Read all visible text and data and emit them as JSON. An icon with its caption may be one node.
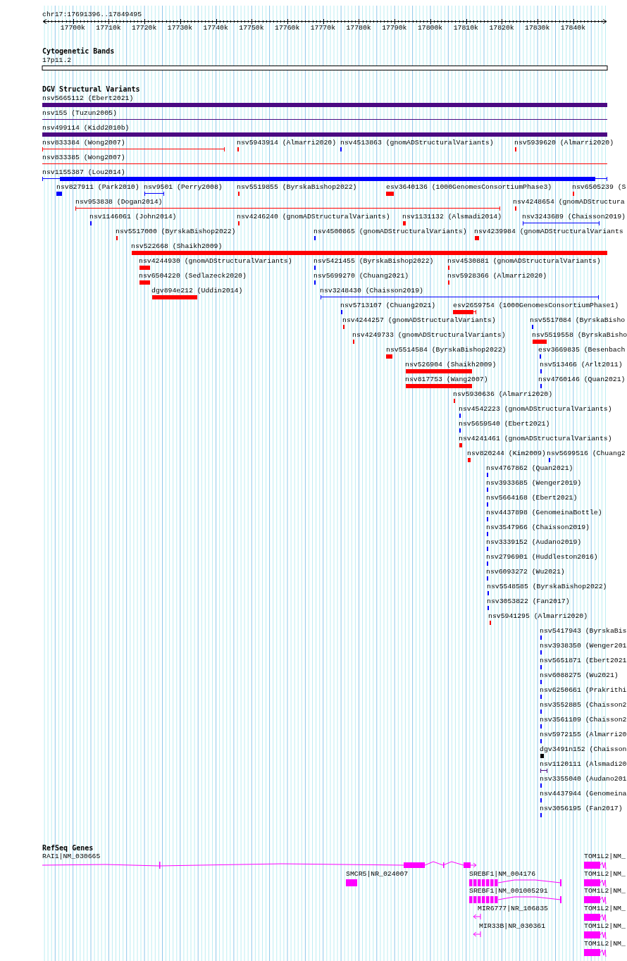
{
  "diagram": {
    "labels": [
      "chr17:17691396..17849495",
      "17700k",
      "17710k",
      "17720k",
      "17730k",
      "17740k",
      "17750k",
      "17760k",
      "17770k",
      "17780k",
      "17790k",
      "17800k",
      "17810k",
      "17820k",
      "17830k",
      "17840k",
      "Cytogenetic Bands",
      "17p11.2",
      "DGV Structural Variants",
      "nsv5665112 (Ebert2021)",
      "nsv155 (Tuzun2005)",
      "nsv499114 (Kidd2010b)",
      "nsv833384 (Wong2007)",
      "nsv5943914 (Almarri2020)",
      "nsv4513863 (gnomADStructuralVariants)",
      "nsv5939620 (Almarri2020)",
      "nsv833385 (Wong2007)",
      "nsv1155387 (Lou2014)",
      "nsv827911 (Park2010)",
      "nsv9501 (Perry2008)",
      "nsv5519855 (ByrskaBishop2022)",
      "esv3640136 (1000GenomesConsortiumPhase3)",
      "nsv6505239 (S",
      "nsv953838 (Dogan2014)",
      "nsv4248654 (gnomADStructura",
      "nsv1146061 (John2014)",
      "nsv4246240 (gnomADStructuralVariants)",
      "nsv1131132 (Alsmadi2014)",
      "nsv3243689 (Chaisson2019)",
      "nsv5517000 (ByrskaBishop2022)",
      "nsv4500865 (gnomADStructuralVariants)",
      "nsv4239984 (gnomADStructuralVariants",
      "nsv522668 (Shaikh2009)",
      "nsv4244930 (gnomADStructuralVariants)",
      "nsv5421455 (ByrskaBishop2022)",
      "nsv4530881 (gnomADStructuralVariants)",
      "nsv6504220 (Sedlazeck2020)",
      "nsv5699270 (Chuang2021)",
      "nsv5928366 (Almarri2020)",
      "dgv894e212 (Uddin2014)",
      "nsv3248430 (Chaisson2019)",
      "nsv5713107 (Chuang2021)",
      "esv2659754 (1000GenomesConsortiumPhase1)",
      "nsv4244257 (gnomADStructuralVariants)",
      "nsv5517084 (ByrskaBisho",
      "nsv4249733 (gnomADStructuralVariants)",
      "nsv5519558 (ByrskaBisho",
      "nsv5514584 (ByrskaBishop2022)",
      "esv3669835 (Besenbach",
      "nsv526904 (Shaikh2009)",
      "nsv513466 (Arlt2011)",
      "nsv817753 (Wang2007)",
      "nsv4760146 (Quan2021)",
      "nsv5930636 (Almarri2020)",
      "nsv4542223 (gnomADStructuralVariants)",
      "nsv5659540 (Ebert2021)",
      "nsv4241461 (gnomADStructuralVariants)",
      "nsv820244 (Kim2009)",
      "nsv5699516 (Chuang2",
      "nsv4767862 (Quan2021)",
      "nsv3933685 (Wenger2019)",
      "nsv5664168 (Ebert2021)",
      "nsv4437898 (GenomeinaBottle)",
      "nsv3547966 (Chaisson2019)",
      "nsv3339152 (Audano2019)",
      "nsv2796901 (Huddleston2016)",
      "nsv6093272 (Wu2021)",
      "nsv5548585 (ByrskaBishop2022)",
      "nsv3053822 (Fan2017)",
      "nsv5941295 (Almarri2020)",
      "nsv5417943 (ByrskaBis",
      "nsv3938350 (Wenger201",
      "nsv5651871 (Ebert2021",
      "nsv6088275 (Wu2021)",
      "nsv6250661 (Prakrithi",
      "nsv3552885 (Chaisson2",
      "nsv3561109 (Chaisson2",
      "nsv5972155 (Almarri20",
      "dgv3491n152 (Chaisson",
      "nsv1120111 (Alsmadi20",
      "nsv3355040 (Audano201",
      "nsv4437944 (Genomeina",
      "nsv3056195 (Fan2017)",
      "RefSeq Genes",
      "RAI1|NM_030665",
      "TOM1L2|NM_",
      "SMCR5|NR_024007",
      "SREBF1|NM_004176",
      "TOM1L2|NM_",
      "SREBF1|NM_001005291",
      "TOM1L2|NM_",
      "MIR6777|NR_106835",
      "TOM1L2|NM_",
      "MIR33B|NR_030361",
      "TOM1L2|NM_",
      "TOM1L2|NM_"
    ]
  }
}
